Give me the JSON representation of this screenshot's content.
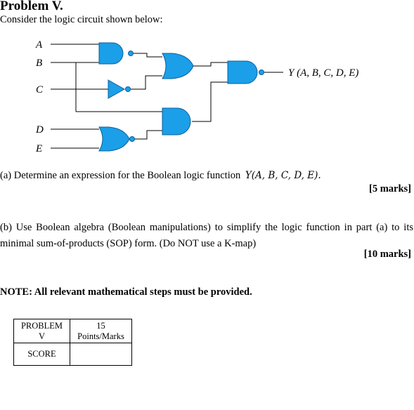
{
  "header": {
    "title": "Problem V.",
    "intro": "Consider the logic circuit shown below:"
  },
  "circuit": {
    "inputs": [
      "A",
      "B",
      "C",
      "D",
      "E"
    ],
    "output_label": "Y (A, B, C, D, E)",
    "gate_color": "#1a9fe8"
  },
  "part_a": {
    "text": "(a) Determine an expression for the Boolean logic function",
    "function": "Y(A, B, C, D, E).",
    "marks": "[5 marks]"
  },
  "part_b": {
    "text": "(b) Use Boolean algebra (Boolean manipulations) to simplify the logic function in part (a) to its minimal sum-of-products (SOP) form. (Do NOT use a K-map)",
    "marks": "[10 marks]"
  },
  "note": "NOTE: All relevant mathematical steps must be provided.",
  "score_table": {
    "problem_label_1": "PROBLEM",
    "problem_label_2": "V",
    "points_value": "15",
    "points_label": "Points/Marks",
    "score_label": "SCORE",
    "score_value": ""
  }
}
